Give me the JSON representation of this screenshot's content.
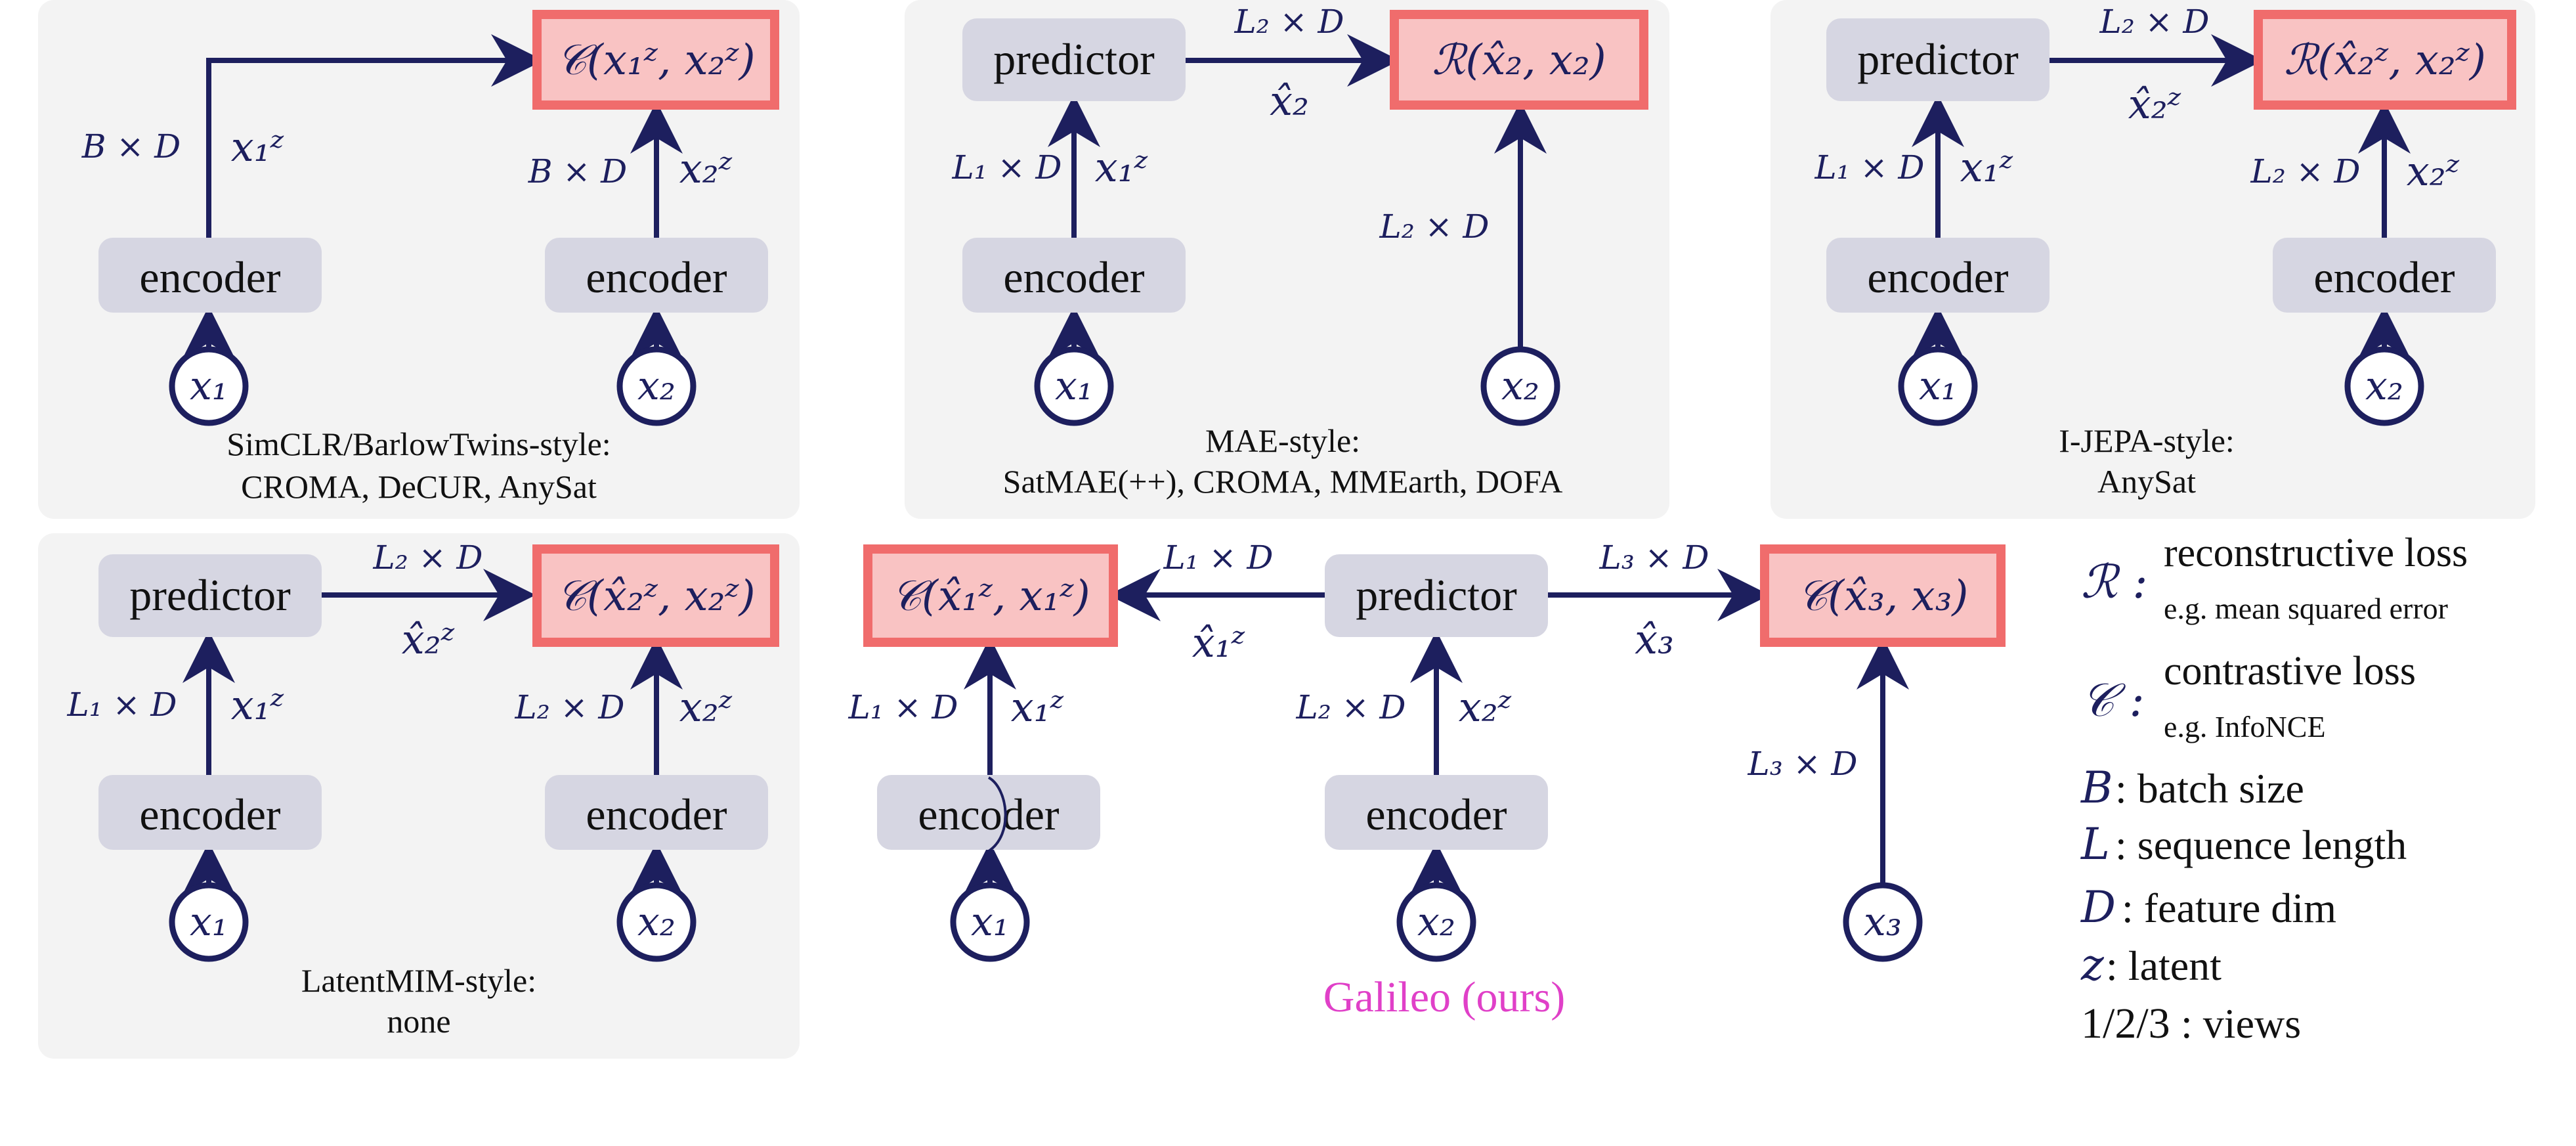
{
  "colors": {
    "panel_bg": "#f3f3f3",
    "block_bg": "#d6d6e2",
    "loss_fill": "#f9c3c3",
    "loss_stroke": "#f06c6c",
    "arrow": "#1d1f5e",
    "ours": "#e040c8"
  },
  "labels": {
    "encoder": "encoder",
    "predictor": "predictor"
  },
  "panels": {
    "simclr": {
      "caption1": "SimCLR/BarlowTwins-style:",
      "caption2": "CROMA, DeCUR, AnySat",
      "loss": "𝒞(x₁ᶻ, x₂ᶻ)",
      "dim1": "B × D",
      "z1": "x₁ᶻ",
      "dim2": "B × D",
      "z2": "x₂ᶻ",
      "in1": "x₁",
      "in2": "x₂"
    },
    "mae": {
      "caption1": "MAE-style:",
      "caption2": "SatMAE(++), CROMA, MMEarth, DOFA",
      "loss": "ℛ(x̂₂, x₂)",
      "dim_pred": "L₂ × D",
      "pred_out": "x̂₂",
      "dim1": "L₁ × D",
      "z1": "x₁ᶻ",
      "dim2": "L₂ × D",
      "in1": "x₁",
      "in2": "x₂"
    },
    "ijepa": {
      "caption1": "I-JEPA-style:",
      "caption2": "AnySat",
      "loss": "ℛ(x̂₂ᶻ, x₂ᶻ)",
      "dim_pred": "L₂ × D",
      "pred_out": "x̂₂ᶻ",
      "dim1": "L₁ × D",
      "z1": "x₁ᶻ",
      "dim2": "L₂ × D",
      "z2": "x₂ᶻ",
      "in1": "x₁",
      "in2": "x₂"
    },
    "latentmim": {
      "caption1": "LatentMIM-style:",
      "caption2": "none",
      "loss": "𝒞(x̂₂ᶻ, x₂ᶻ)",
      "dim_pred": "L₂ × D",
      "pred_out": "x̂₂ᶻ",
      "dim1": "L₁ × D",
      "z1": "x₁ᶻ",
      "dim2": "L₂ × D",
      "z2": "x₂ᶻ",
      "in1": "x₁",
      "in2": "x₂"
    },
    "galileo": {
      "caption": "Galileo (ours)",
      "loss1": "𝒞(x̂₁ᶻ, x₁ᶻ)",
      "loss3": "𝒞(x̂₃, x₃)",
      "dim_left": "L₁ × D",
      "out_left": "x̂₁ᶻ",
      "dim_right": "L₃ × D",
      "out_right": "x̂₃",
      "dim1": "L₁ × D",
      "z1": "x₁ᶻ",
      "dim2": "L₂ × D",
      "z2": "x₂ᶻ",
      "dim3": "L₃ × D",
      "in1": "x₁",
      "in2": "x₂",
      "in3": "x₃"
    }
  },
  "legend": {
    "r_symbol": "ℛ :",
    "r_title": "reconstructive loss",
    "r_example": "e.g. mean squared error",
    "c_symbol": "𝒞 :",
    "c_title": "contrastive loss",
    "c_example": "e.g. InfoNCE",
    "b_symbol": "B",
    "b_text": ": batch size",
    "l_symbol": "L",
    "l_text": ": sequence length",
    "d_symbol": "D",
    "d_text": ": feature dim",
    "z_symbol": "z",
    "z_text": ": latent",
    "v_symbol": "1/2/3",
    "v_text": ": views"
  }
}
